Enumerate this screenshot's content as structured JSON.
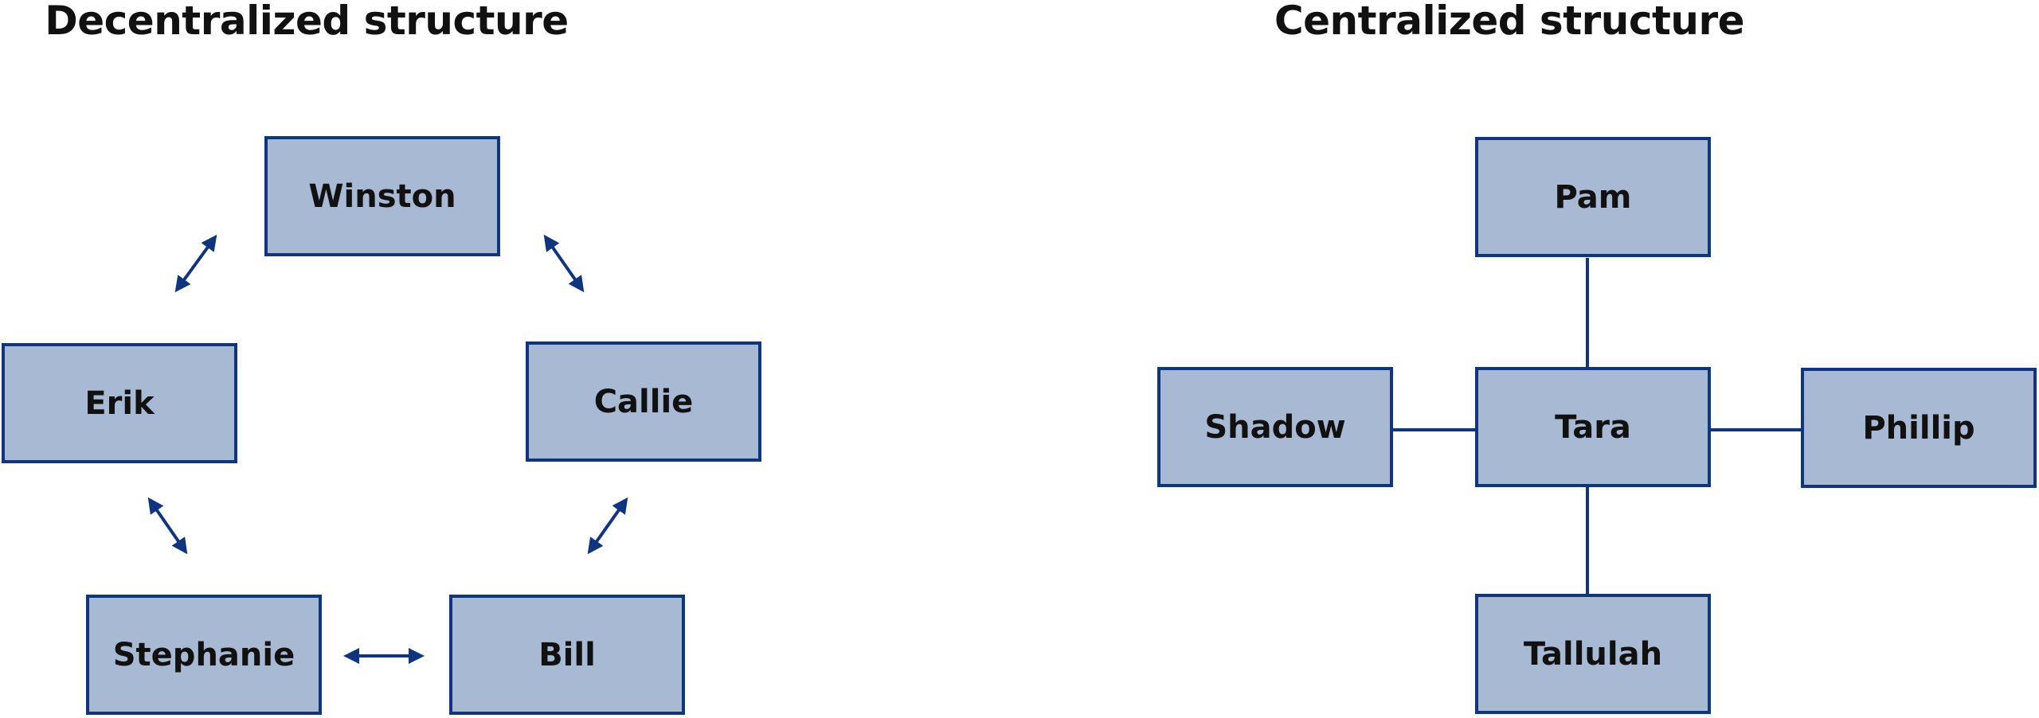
{
  "colors": {
    "node_fill": "#a7b9d3",
    "node_border": "#10357f",
    "connector": "#10357f",
    "text": "#111111"
  },
  "decentralized": {
    "title": "Decentralized structure",
    "nodes": {
      "winston": "Winston",
      "erik": "Erik",
      "callie": "Callie",
      "stephanie": "Stephanie",
      "bill": "Bill"
    },
    "links": [
      [
        "Winston",
        "Erik"
      ],
      [
        "Winston",
        "Callie"
      ],
      [
        "Erik",
        "Stephanie"
      ],
      [
        "Callie",
        "Bill"
      ],
      [
        "Stephanie",
        "Bill"
      ]
    ],
    "link_style": "double-arrow"
  },
  "centralized": {
    "title": "Centralized structure",
    "nodes": {
      "pam": "Pam",
      "shadow": "Shadow",
      "tara": "Tara",
      "phillip": "Phillip",
      "tallulah": "Tallulah"
    },
    "links": [
      [
        "Tara",
        "Pam"
      ],
      [
        "Tara",
        "Shadow"
      ],
      [
        "Tara",
        "Phillip"
      ],
      [
        "Tara",
        "Tallulah"
      ]
    ],
    "link_style": "line"
  }
}
